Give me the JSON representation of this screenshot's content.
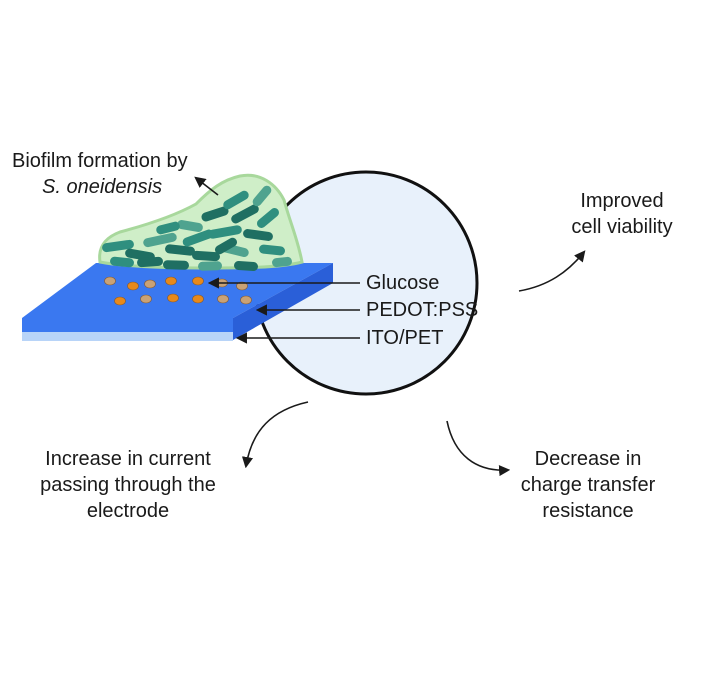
{
  "labels": {
    "biofilm_line1": "Biofilm formation by",
    "biofilm_line2": "S. oneidensis",
    "glucose": "Glucose",
    "pedot": "PEDOT:PSS",
    "ito": "ITO/PET",
    "improved_line1": "Improved",
    "improved_line2": "cell viability",
    "increase_line1": "Increase in current",
    "increase_line2": "passing through the",
    "increase_line3": "electrode",
    "decrease_line1": "Decrease in",
    "decrease_line2": "charge transfer",
    "decrease_line3": "resistance"
  },
  "colors": {
    "circle_fill": "#e8f1fb",
    "circle_stroke": "#111111",
    "electrode_top": "#3a78f0",
    "electrode_front": "#2a5fd8",
    "ito_layer": "#b8d4f8",
    "biofilm_fill": "#cfeec8",
    "biofilm_stroke": "#a8d89c",
    "bacteria_dark": "#1f6f62",
    "bacteria_mid": "#2f8f7f",
    "bacteria_light": "#4fa38f",
    "glucose_orange": "#e8891a",
    "glucose_tan": "#c9a276",
    "text": "#1a1a1a"
  }
}
